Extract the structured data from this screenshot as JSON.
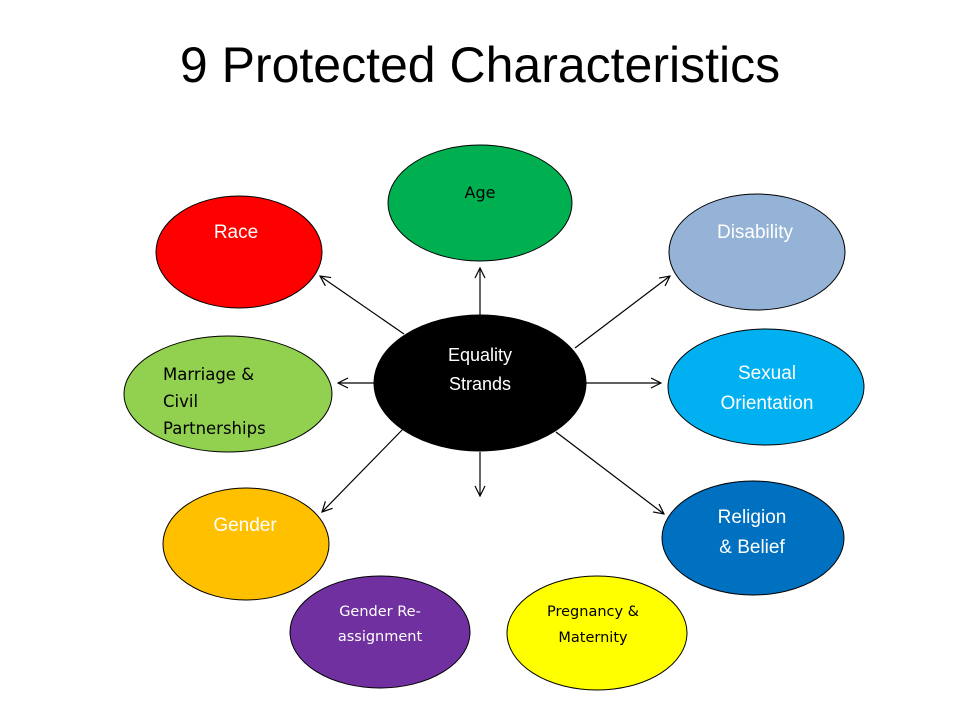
{
  "title": "9 Protected Characteristics",
  "colors": {
    "center": "#000000",
    "age": "#00b050",
    "race": "#ff0000",
    "disability": "#95b3d7",
    "marriage": "#92d050",
    "sexual": "#00b0f0",
    "gender": "#ffc000",
    "religion": "#0070c0",
    "reassign": "#7030a0",
    "pregnancy": "#ffff00"
  },
  "center": {
    "line1": "Equality",
    "line2": "Strands"
  },
  "nodes": {
    "age": {
      "line1": "Age"
    },
    "race": {
      "line1": "Race"
    },
    "disability": {
      "line1": "Disability"
    },
    "marriage": {
      "line1": "Marriage &",
      "line2": "Civil",
      "line3": "Partnerships"
    },
    "sexual": {
      "line1": "Sexual",
      "line2": "Orientation"
    },
    "gender": {
      "line1": "Gender"
    },
    "religion": {
      "line1": "Religion",
      "line2": "& Belief"
    },
    "reassign": {
      "line1": "Gender Re-",
      "line2": "assignment"
    },
    "pregnancy": {
      "line1": "Pregnancy &",
      "line2": "Maternity"
    }
  }
}
